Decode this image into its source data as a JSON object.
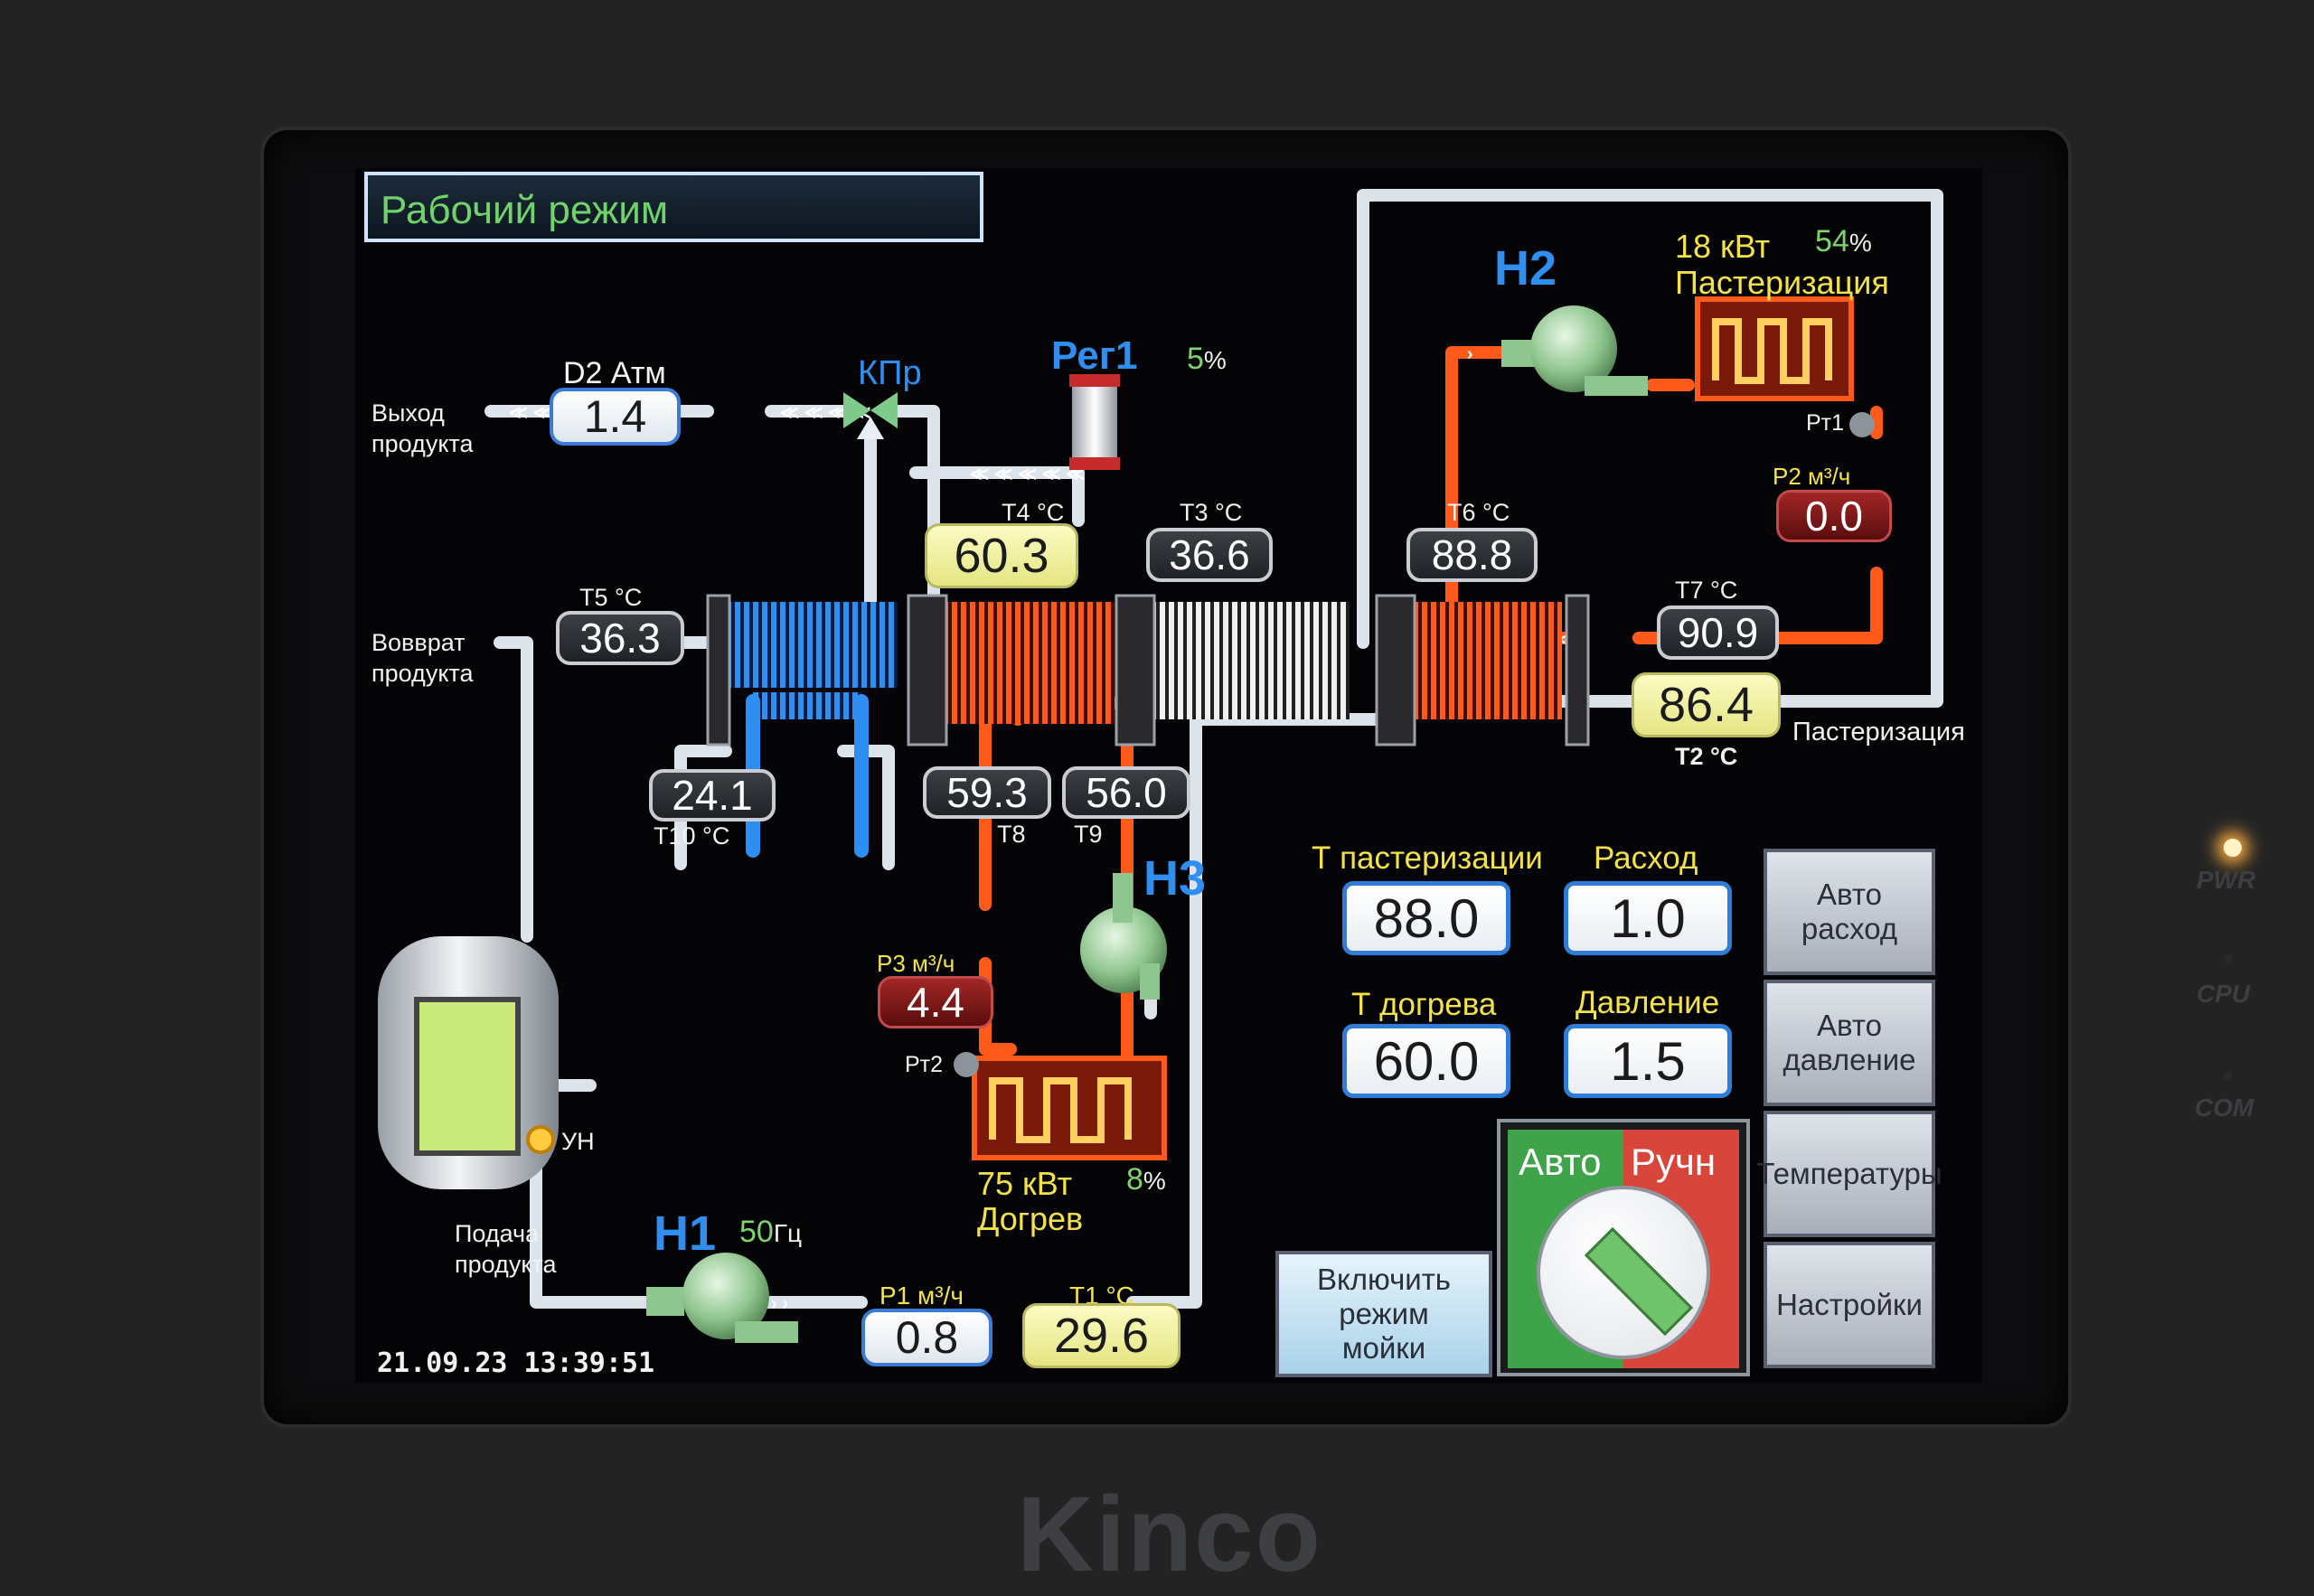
{
  "screen_title": "Рабочий режим",
  "datetime": "21.09.23 13:39:51",
  "brand": "Kinco",
  "status_leds": {
    "pwr": "PWR",
    "cpu": "CPU",
    "com": "COM"
  },
  "labels": {
    "product_out": [
      "Выход",
      "продукта"
    ],
    "product_return": [
      "Вовврат",
      "продукта"
    ],
    "product_feed": [
      "Подача",
      "продукта"
    ],
    "pasteurization_side": "Пастеризация",
    "tank_level": "УН",
    "rt1": "Рт1",
    "rt2": "Рт2"
  },
  "equipment": {
    "h1": {
      "name": "Н1",
      "freq_value": "50",
      "freq_unit": "Гц"
    },
    "h2": {
      "name": "Н2"
    },
    "h3": {
      "name": "Н3"
    },
    "valve_kpr": {
      "name": "КПр"
    },
    "reg1": {
      "name": "Рег1",
      "pct_value": "5",
      "pct_unit": "%"
    },
    "heater_pasteur": {
      "power": "18 кВт",
      "pct_value": "54",
      "pct_unit": "%",
      "name": "Пастеризация"
    },
    "heater_reheat": {
      "power": "75 кВт",
      "pct_value": "8",
      "pct_unit": "%",
      "name": "Догрев"
    }
  },
  "readouts": {
    "d2": {
      "label": "D2 Атм",
      "value": "1.4"
    },
    "t4": {
      "label": "T4 °C",
      "value": "60.3"
    },
    "t3": {
      "label": "T3 °C",
      "value": "36.6"
    },
    "t5": {
      "label": "T5 °C",
      "value": "36.3"
    },
    "t6": {
      "label": "T6 °C",
      "value": "88.8"
    },
    "t7": {
      "label": "T7 °C",
      "value": "90.9"
    },
    "t2": {
      "label": "T2 °C",
      "value": "86.4"
    },
    "p2": {
      "label": "P2 м³/ч",
      "value": "0.0"
    },
    "t10": {
      "label": "T10 °C",
      "value": "24.1"
    },
    "t8": {
      "label": "T8",
      "value": "59.3"
    },
    "t9": {
      "label": "T9",
      "value": "56.0"
    },
    "p3": {
      "label": "P3 м³/ч",
      "value": "4.4"
    },
    "p1": {
      "label": "P1 м³/ч",
      "value": "0.8"
    },
    "t1": {
      "label": "T1 °C",
      "value": "29.6"
    }
  },
  "setpoints": {
    "t_pasteur": {
      "label": "Т пастеризации",
      "value": "88.0"
    },
    "flow": {
      "label": "Расход",
      "value": "1.0"
    },
    "t_reheat": {
      "label": "Т догрева",
      "value": "60.0"
    },
    "pressure": {
      "label": "Давление",
      "value": "1.5"
    }
  },
  "buttons": {
    "auto_flow": "Авто расход",
    "auto_pressure": "Авто давление",
    "temperatures": "Температуры",
    "settings": "Настройки",
    "wash_mode": "Включить режим мойки"
  },
  "mode_switch": {
    "auto_label": "Авто",
    "manual_label": "Ручн",
    "auto_color": "#3fa34a",
    "manual_color": "#d8463b"
  },
  "colors": {
    "hot": "#ff5a1a",
    "cold": "#2f8ff0",
    "pipe": "#dde3ea",
    "accent_green": "#6fd26a"
  }
}
